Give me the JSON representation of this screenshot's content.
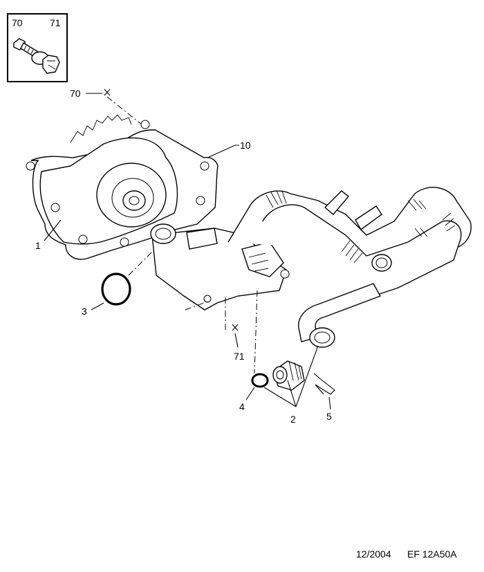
{
  "callouts": {
    "box_70": "70",
    "box_71": "71",
    "c70": "70",
    "c10": "10",
    "c1": "1",
    "c3": "3",
    "c71": "71",
    "c4": "4",
    "c2": "2",
    "c5": "5"
  },
  "footer": {
    "date": "12/2004",
    "code": "EF 12A50A"
  }
}
